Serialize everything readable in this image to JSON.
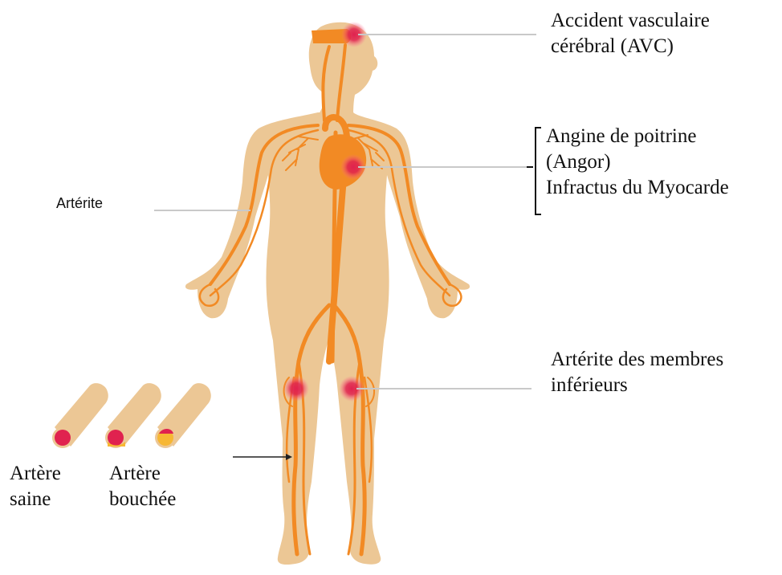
{
  "labels": {
    "avc_line1": "Accident vasculaire",
    "avc_line2": "cérébral (AVC)",
    "angine_line1": "Angine de poitrine",
    "angine_line2": "(Angor)",
    "angine_line3": "Infractus du Myocarde",
    "arterite": "Artérite",
    "membres_line1": "Artérite des membres",
    "membres_line2": "inférieurs",
    "saine_line1": "Artère",
    "saine_line2": "saine",
    "bouchee_line1": "Artère",
    "bouchee_line2": "bouchée"
  },
  "colors": {
    "skin": "#ecc795",
    "artery": "#f28a24",
    "lesion": "#e0224f",
    "plaque": "#f7b733",
    "leader": "#c9c9c9"
  }
}
